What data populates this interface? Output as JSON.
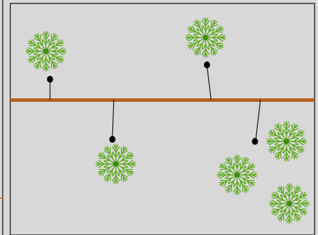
{
  "scene": {
    "background_color": "#d8d8d8",
    "frame_color": "#2a2a2a",
    "rope_color": "#c86a1e",
    "rope_highlight_color": "#8a4a14",
    "tree_color": "#5faa1e",
    "tree_center_color": "#3e8c12",
    "string_color": "#111111",
    "weight_color": "#000000"
  },
  "objects": [
    {
      "kind": "tree",
      "icon": "tree-top-icon"
    },
    {
      "kind": "tree",
      "icon": "tree-top-icon"
    },
    {
      "kind": "tree",
      "icon": "tree-top-icon"
    },
    {
      "kind": "tree",
      "icon": "tree-top-icon"
    },
    {
      "kind": "tree",
      "icon": "tree-top-icon"
    },
    {
      "kind": "tree",
      "icon": "tree-top-icon"
    },
    {
      "kind": "hanging-weight",
      "icon": "weight-icon"
    },
    {
      "kind": "hanging-weight",
      "icon": "weight-icon"
    },
    {
      "kind": "hanging-weight",
      "icon": "weight-icon"
    },
    {
      "kind": "hanging-weight",
      "icon": "weight-icon"
    }
  ]
}
